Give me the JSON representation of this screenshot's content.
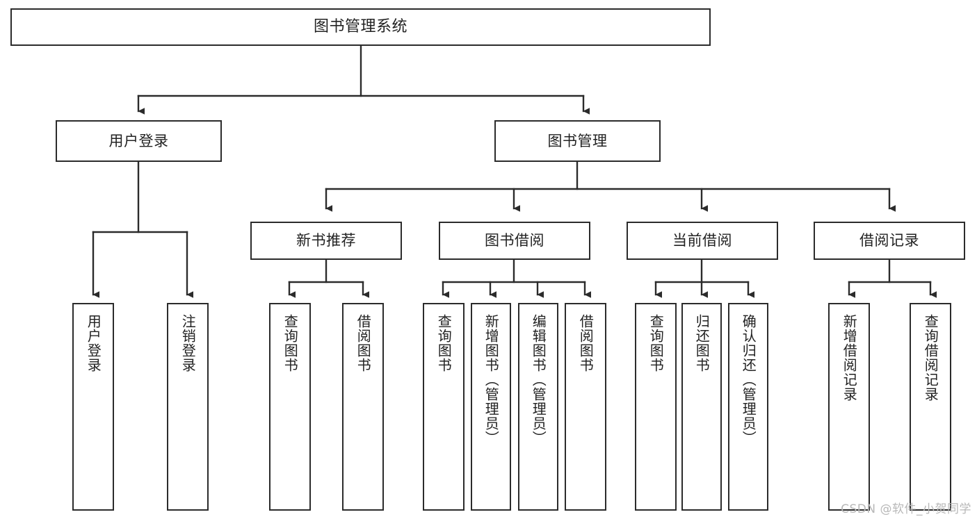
{
  "diagram": {
    "type": "tree",
    "title": "图书管理系统",
    "colors": {
      "border": "#2b2b2b",
      "text": "#222222",
      "background": "#ffffff",
      "edge": "#2b2b2b",
      "watermark": "#b8b8b8"
    },
    "watermark": "CSDN @软件_小贺同学",
    "root": {
      "label": "图书管理系统"
    },
    "level1": [
      {
        "label": "用户登录"
      },
      {
        "label": "图书管理"
      }
    ],
    "level2": [
      {
        "label": "新书推荐"
      },
      {
        "label": "图书借阅"
      },
      {
        "label": "当前借阅"
      },
      {
        "label": "借阅记录"
      }
    ],
    "leaves": {
      "user_login": [
        {
          "label": "用户登录"
        },
        {
          "label": "注销登录"
        }
      ],
      "new_book_recommend": [
        {
          "label": "查询图书"
        },
        {
          "label": "借阅图书"
        }
      ],
      "book_borrow": [
        {
          "label": "查询图书"
        },
        {
          "label": "新增图书（管理员）"
        },
        {
          "label": "编辑图书（管理员）"
        },
        {
          "label": "借阅图书"
        }
      ],
      "current_borrow": [
        {
          "label": "查询图书"
        },
        {
          "label": "归还图书"
        },
        {
          "label": "确认归还（管理员）"
        }
      ],
      "borrow_record": [
        {
          "label": "新增借阅记录"
        },
        {
          "label": "查询借阅记录"
        }
      ]
    }
  }
}
